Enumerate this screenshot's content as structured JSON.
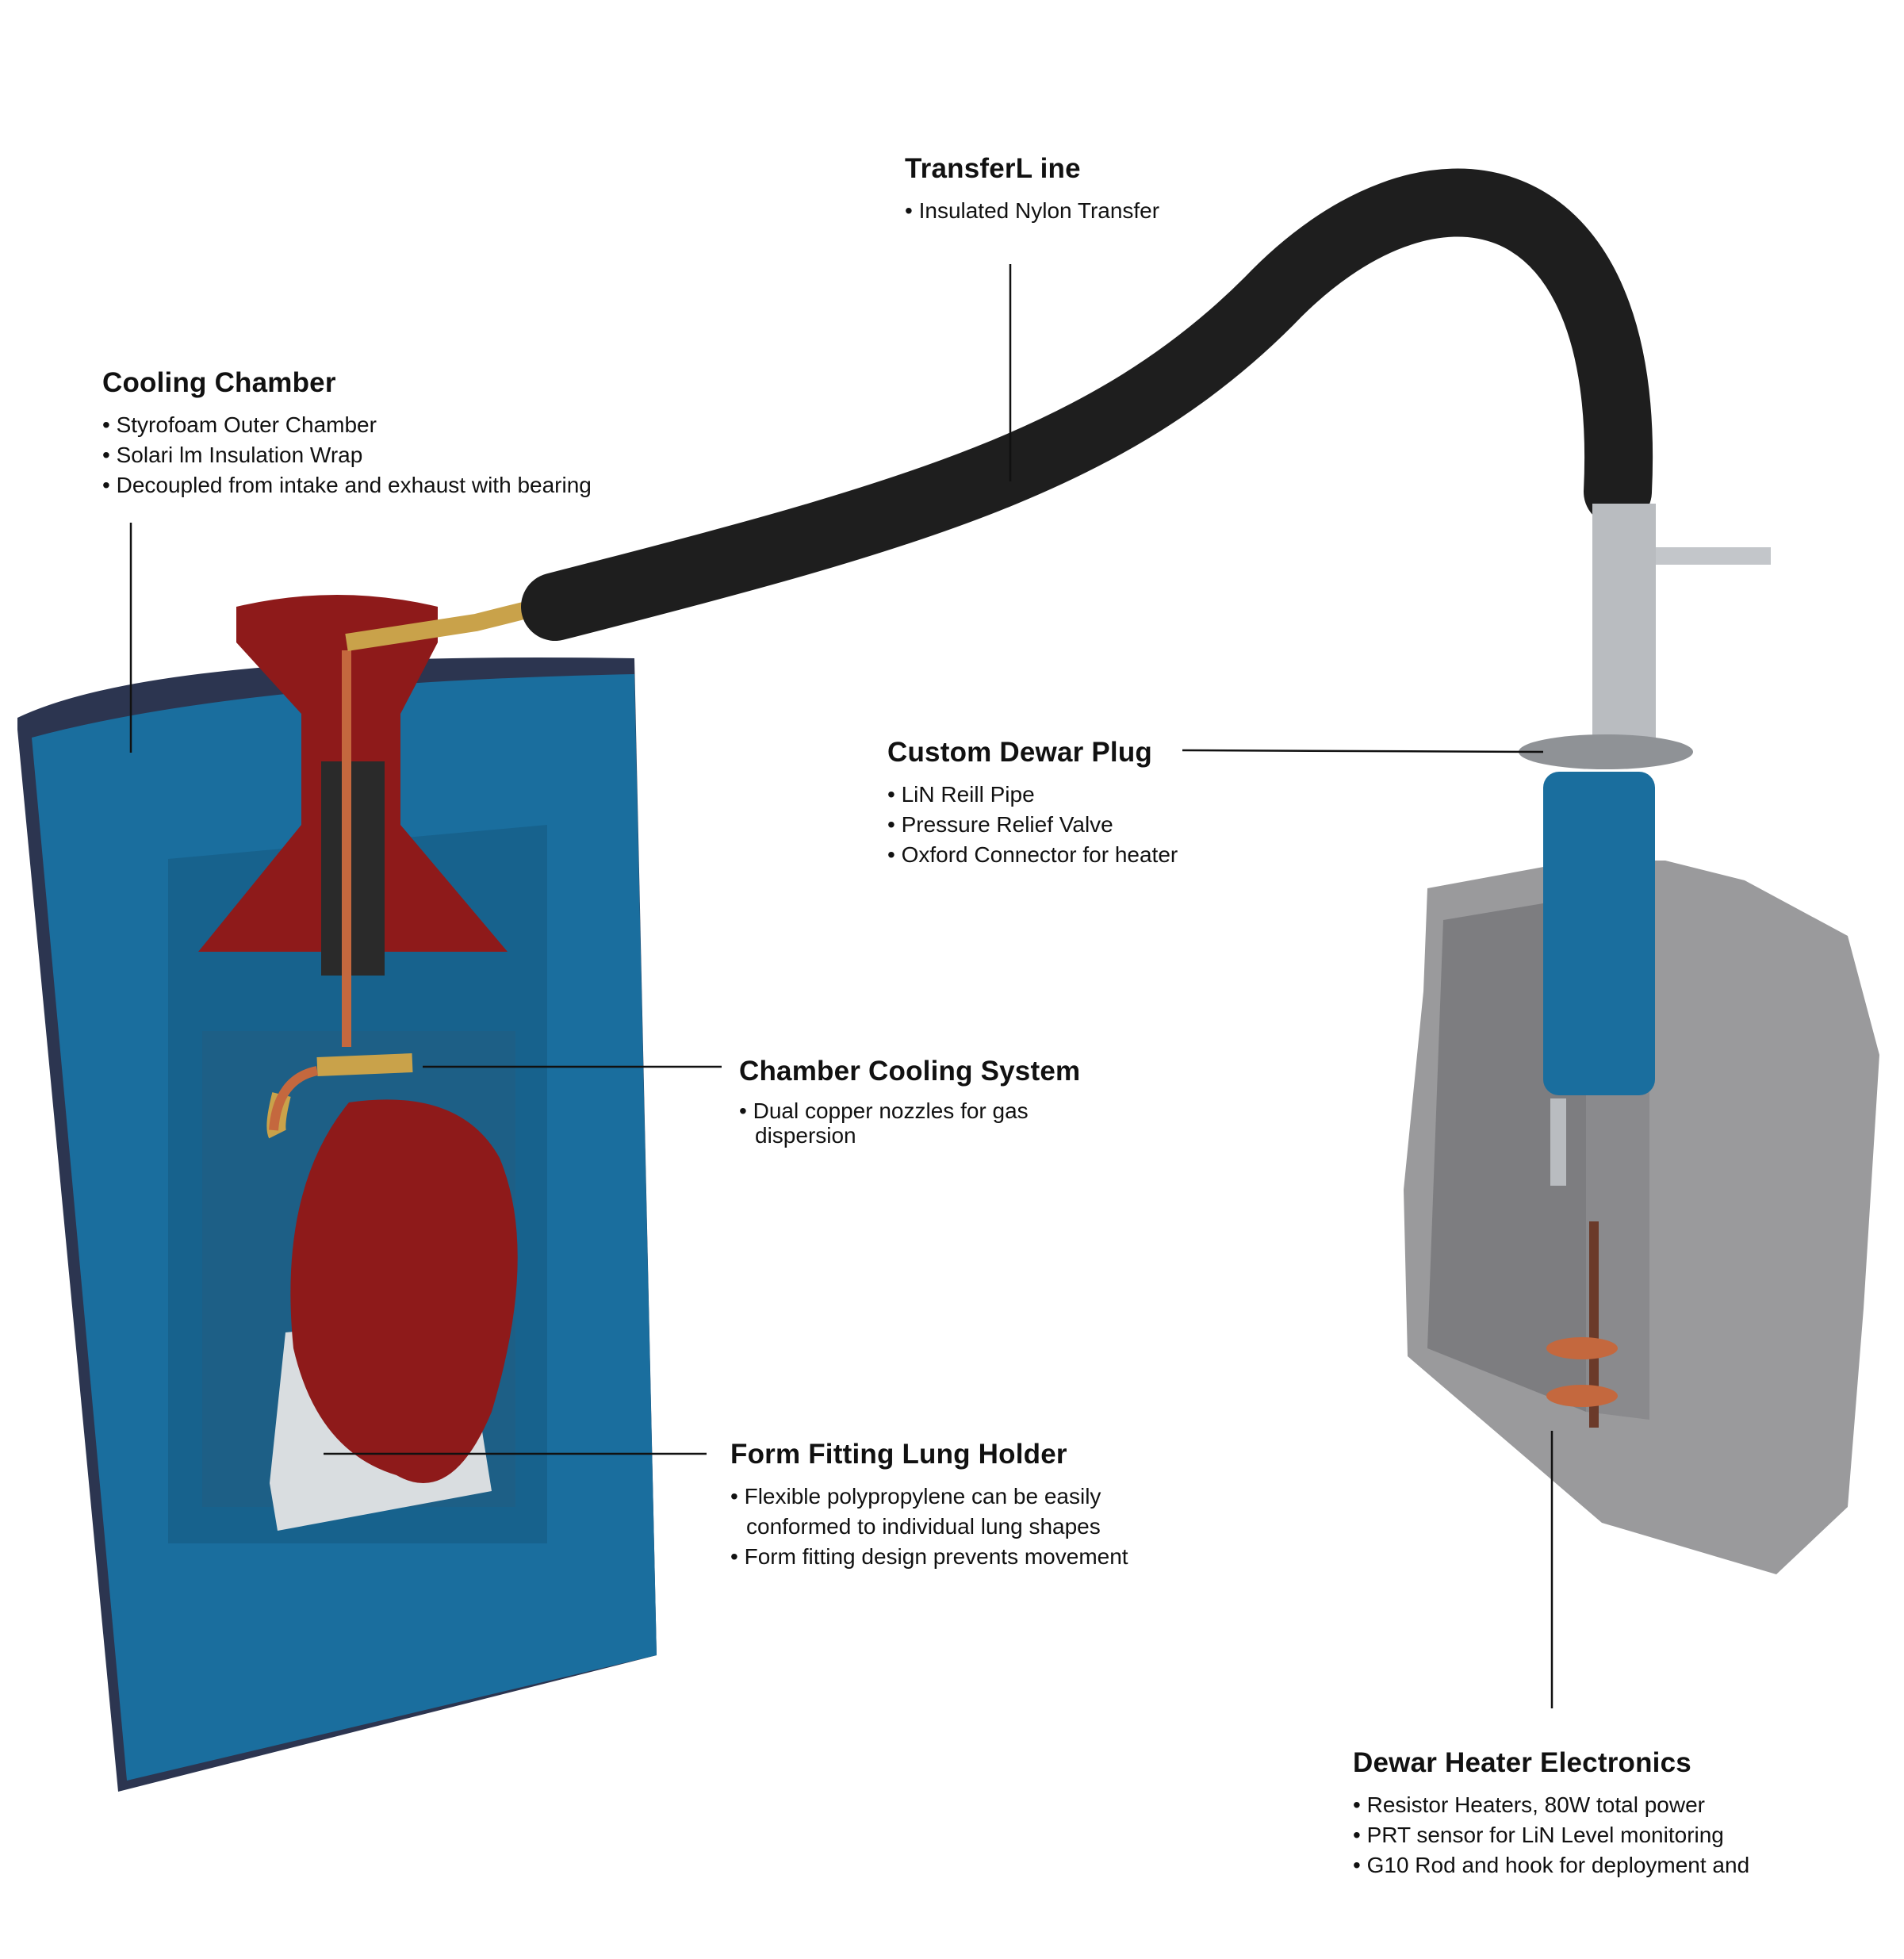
{
  "callouts": {
    "transfer_line": {
      "title": "TransferL ine",
      "bullets": [
        "Insulated Nylon Transfer"
      ]
    },
    "cooling_chamber": {
      "title": "Cooling Chamber",
      "bullets": [
        "Styrofoam Outer Chamber",
        "Solari lm Insulation Wrap",
        "Decoupled from intake and exhaust with bearing"
      ]
    },
    "dewar_plug": {
      "title": "Custom Dewar Plug",
      "bullets": [
        "LiN Reill Pipe",
        "Pressure Relief Valve",
        "Oxford Connector for heater"
      ]
    },
    "chamber_cooling": {
      "title": "Chamber Cooling System",
      "bullets": [
        "Dual copper nozzles for gas dispersion"
      ]
    },
    "lung_holder": {
      "title": "Form Fitting Lung Holder",
      "bullets": [
        "Flexible polypropylene can be easily conformed to individual lung shapes",
        "Form fitting design prevents movement"
      ]
    },
    "heater_electronics": {
      "title": "Dewar Heater Electronics",
      "bullets": [
        "Resistor Heaters, 80W total power",
        "PRT sensor for LiN Level monitoring",
        "G10 Rod and hook for deployment and"
      ]
    }
  },
  "colors": {
    "foam": "#1a6e9e",
    "foam_dark": "#2c3550",
    "holder_red": "#8e1a1a",
    "hose": "#1e1e1e",
    "dewar": "#9a9a9c",
    "copper": "#c4683e",
    "brass": "#c9a24a"
  }
}
